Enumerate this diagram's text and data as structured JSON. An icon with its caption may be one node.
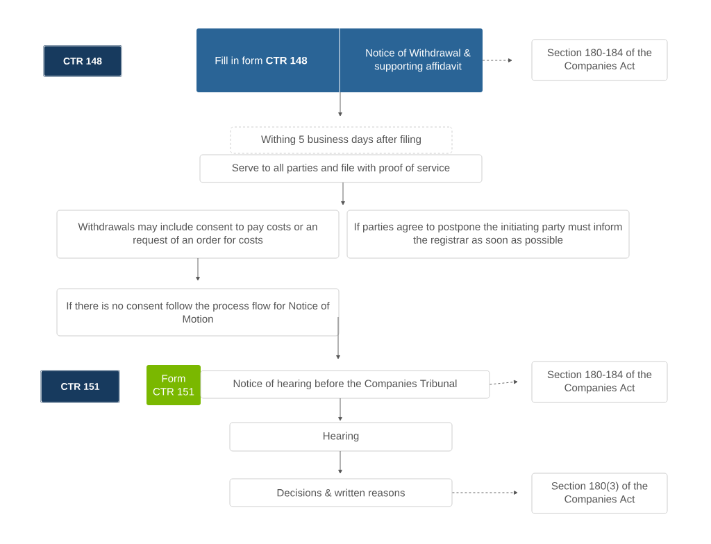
{
  "diagram": {
    "nodes": [
      {
        "text": [
          "CTR 148"
        ]
      },
      {
        "text": [
          "Fill in form **CTR 148**",
          "Notice of Withdrawal & supporting affidavit"
        ]
      },
      {
        "text": [
          "Section 180-184 of the Companies Act"
        ]
      },
      {
        "text": [
          "Withing 5 business days after filing"
        ]
      },
      {
        "text": [
          "Serve to all parties and file with proof of service"
        ]
      },
      {
        "text": [
          "Withdrawals may include consent to pay costs or an request of an order for costs"
        ]
      },
      {
        "text": [
          "If parties agree to postpone the initiating party must inform the registrar as soon as possible"
        ]
      },
      {
        "text": [
          "If there is no consent follow the process flow for Notice of Motion"
        ]
      },
      {
        "text": [
          "CTR 151"
        ]
      },
      {
        "text": [
          "Form CTR 151"
        ]
      },
      {
        "text": [
          "Notice of hearing before the Companies Tribunal"
        ]
      },
      {
        "text": [
          "Section 180-184 of the Companies Act"
        ]
      },
      {
        "text": [
          "Hearing"
        ]
      },
      {
        "text": [
          "Decisions & written reasons"
        ]
      },
      {
        "text": [
          "Section 180(3) of the Companies Act"
        ]
      }
    ],
    "edges": [
      {
        "from": 1,
        "to": 2,
        "arrow": "to",
        "style": "dashed"
      },
      {
        "from": 1,
        "to": 3,
        "arrow": "to"
      },
      {
        "from": 4,
        "to": 5,
        "arrow": "to"
      },
      {
        "from": 4,
        "to": 6,
        "arrow": "to"
      },
      {
        "from": 5,
        "to": 7,
        "arrow": "to"
      },
      {
        "from": 7,
        "to": 10,
        "arrow": "to"
      },
      {
        "from": 10,
        "to": 11,
        "arrow": "to",
        "style": "dashed"
      },
      {
        "from": 10,
        "to": 12,
        "arrow": "to"
      },
      {
        "from": 12,
        "to": 13,
        "arrow": "to"
      },
      {
        "from": 13,
        "to": 14,
        "arrow": "to",
        "style": "dashed"
      }
    ]
  }
}
